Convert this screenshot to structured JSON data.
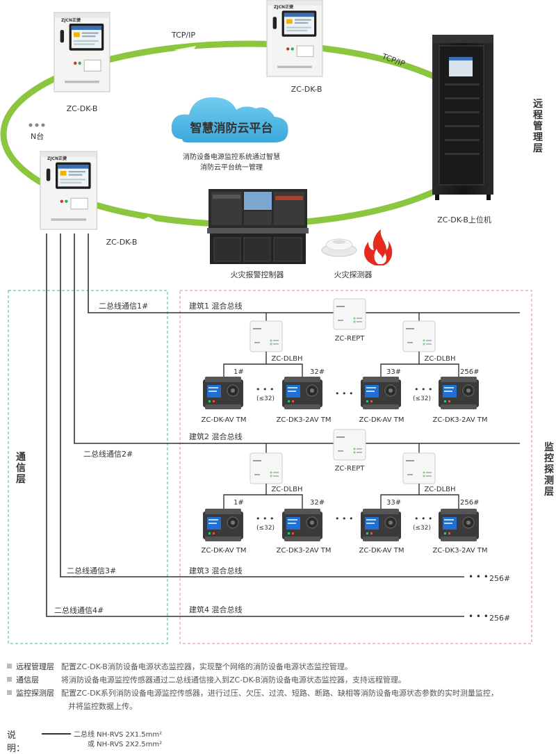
{
  "ring": {
    "tcp_left": "TCP/IP",
    "tcp_right": "TCP/IP",
    "n_units": "N台",
    "cloud_title": "智慧消防云平台",
    "cloud_desc_1": "消防设备电源监控系统通过智慧",
    "cloud_desc_2": "消防云平台统一管理",
    "unit_top_left": "ZC-DK-B",
    "unit_top_mid": "ZC-DK-B",
    "unit_left": "ZC-DK-B",
    "host": "ZC-DK-B上位机",
    "alarm_controller": "火灾报警控制器",
    "fire_detector": "火灾探测器",
    "brand": "ZJCN正捷"
  },
  "layers": {
    "remote": [
      "远",
      "程",
      "管",
      "理",
      "层"
    ],
    "monitor": [
      "监",
      "控",
      "探",
      "测",
      "层"
    ],
    "comm": [
      "通",
      "信",
      "层"
    ]
  },
  "buses": {
    "b1": "二总线通信1#",
    "b2": "二总线通信2#",
    "b3": "二总线通信3#",
    "b4": "二总线通信4#",
    "bld1": "建筑1  混合总线",
    "bld2": "建筑2  混合总线",
    "bld3": "建筑3  混合总线",
    "bld4": "建筑4  混合总线",
    "end3": "256#",
    "end4": "256#"
  },
  "devices": {
    "repeater": "ZC-REPT",
    "dlbh": "ZC-DLBH",
    "sensor_av": "ZC-DK-AV TM",
    "sensor_3av": "ZC-DK3-2AV TM",
    "n1": "1#",
    "n32": "32#",
    "n33": "33#",
    "n256": "256#",
    "max": "(≤32)"
  },
  "legend": {
    "remote_key": "远程管理层",
    "remote_text": "配置ZC-DK-B消防设备电源状态监控器，实现整个网络的消防设备电源状态监控管理。",
    "comm_key": "通信层",
    "comm_text": "将消防设备电源监控传感器通过二总线通信接入到ZC-DK-B消防设备电源状态监控器，支持远程管理。",
    "monitor_key": "监控探测层",
    "monitor_text": "配置ZC-DK系列消防设备电源监控传感器，进行过压、欠压、过流、短路、断路、缺相等消防设备电源状态参数的实时测量监控，",
    "monitor_text_2": "并将监控数据上传。"
  },
  "note": {
    "label": "说明：",
    "line1": "二总线 NH-RVS 2X1.5mm²",
    "line2": "或 NH-RVS 2X2.5mm²"
  },
  "colors": {
    "ring": "#8cc63f",
    "cloud": "#5bbfe9",
    "comm_frame": "#35b99a",
    "monitor_frame": "#e08a8a"
  }
}
